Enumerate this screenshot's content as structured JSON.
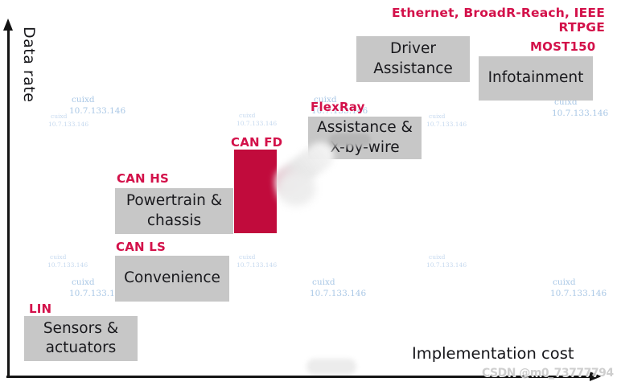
{
  "axes": {
    "y": "Data rate",
    "x": "Implementation cost"
  },
  "top_label": "Ethernet, BroadR-Reach, IEEE RTPGE",
  "nodes": {
    "lin": {
      "protocol": "LIN",
      "line1": "Sensors &",
      "line2": "actuators"
    },
    "can_ls": {
      "protocol": "CAN LS",
      "line1": "Convenience"
    },
    "can_hs": {
      "protocol": "CAN HS",
      "line1": "Powertrain &",
      "line2": "chassis"
    },
    "can_fd": {
      "protocol": "CAN FD"
    },
    "flexray": {
      "protocol": "FlexRay",
      "line1": "Assistance &",
      "line2": "X-by-wire"
    },
    "most150": {
      "protocol": "MOST150",
      "line1": "Infotainment"
    },
    "ethernet": {
      "line1": "Driver",
      "line2": "Assistance"
    }
  },
  "watermark": {
    "user": "cuixd",
    "ip": "10.7.133.146",
    "csdn": "CSDN @m0_73777794"
  },
  "colors": {
    "accent_red": "#d3114a",
    "canfd_box": "#c10b3c",
    "box_gray": "#c7c7c7",
    "watermark_blue": "#aac8e6"
  }
}
